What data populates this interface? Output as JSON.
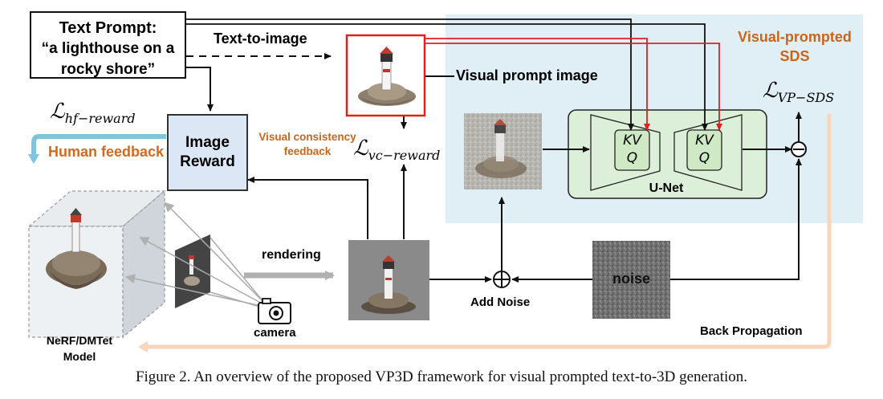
{
  "text_prompt": {
    "title": "Text Prompt:",
    "line1": "“a lighthouse on a",
    "line2": "rocky shore”"
  },
  "labels": {
    "text_to_image": "Text-to-image",
    "visual_prompt_image": "Visual prompt image",
    "visual_prompted_sds_line1": "Visual-prompted",
    "visual_prompted_sds_line2": "SDS",
    "image_reward_line1": "Image",
    "image_reward_line2": "Reward",
    "visual_consistency_line1": "Visual consistency",
    "visual_consistency_line2": "feedback",
    "human_feedback": "Human feedback",
    "unet": "U-Net",
    "kv": "KV",
    "q": "Q",
    "rendering": "rendering",
    "add_noise": "Add Noise",
    "noise": "noise",
    "camera": "camera",
    "back_propagation": "Back Propagation",
    "model_line1": "NeRF/DMTet",
    "model_line2": "Model"
  },
  "losses": {
    "hf_reward_base": "ℒ",
    "hf_reward_sub": "hf−reward",
    "vc_reward_base": "ℒ",
    "vc_reward_sub": "vc−reward",
    "vp_sds_base": "ℒ",
    "vp_sds_sub": "VP−SDS"
  },
  "caption": "Figure 2. An overview of the proposed VP3D framework for visual prompted text-to-3D generation.",
  "colors": {
    "sds_panel": "#dfeff5",
    "unet_fill": "#dcefd8",
    "kvq_fill": "#cfe9c5",
    "reward_fill": "#dce7f5",
    "red_arrow": "#e02020",
    "orange_text": "#c8651b",
    "human_feedback_text": "#d2691e",
    "human_feedback_arrow": "#7fc4dc",
    "back_prop_arrow": "#f7d5b8",
    "gray_arrow": "#b0b0b0"
  }
}
